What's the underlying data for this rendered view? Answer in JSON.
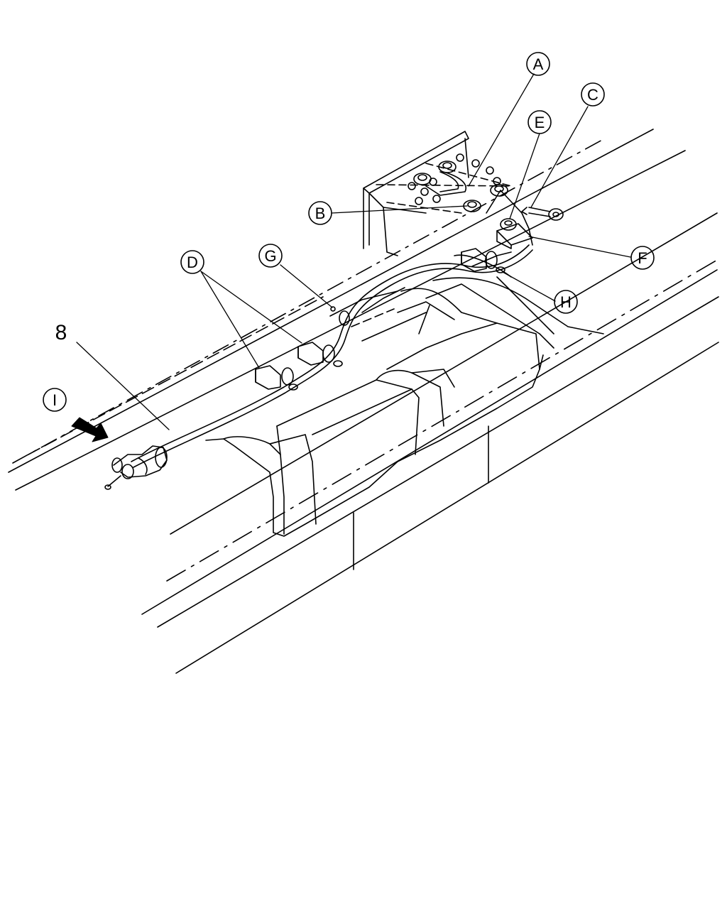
{
  "callouts": {
    "a": "A",
    "b": "B",
    "c": "C",
    "d": "D",
    "e": "E",
    "f": "F",
    "g": "G",
    "h": "H",
    "i": "I"
  },
  "part_number": "8",
  "direction_arrow": "arrow-front-icon",
  "line_color": "#000000",
  "background_color": "#ffffff"
}
